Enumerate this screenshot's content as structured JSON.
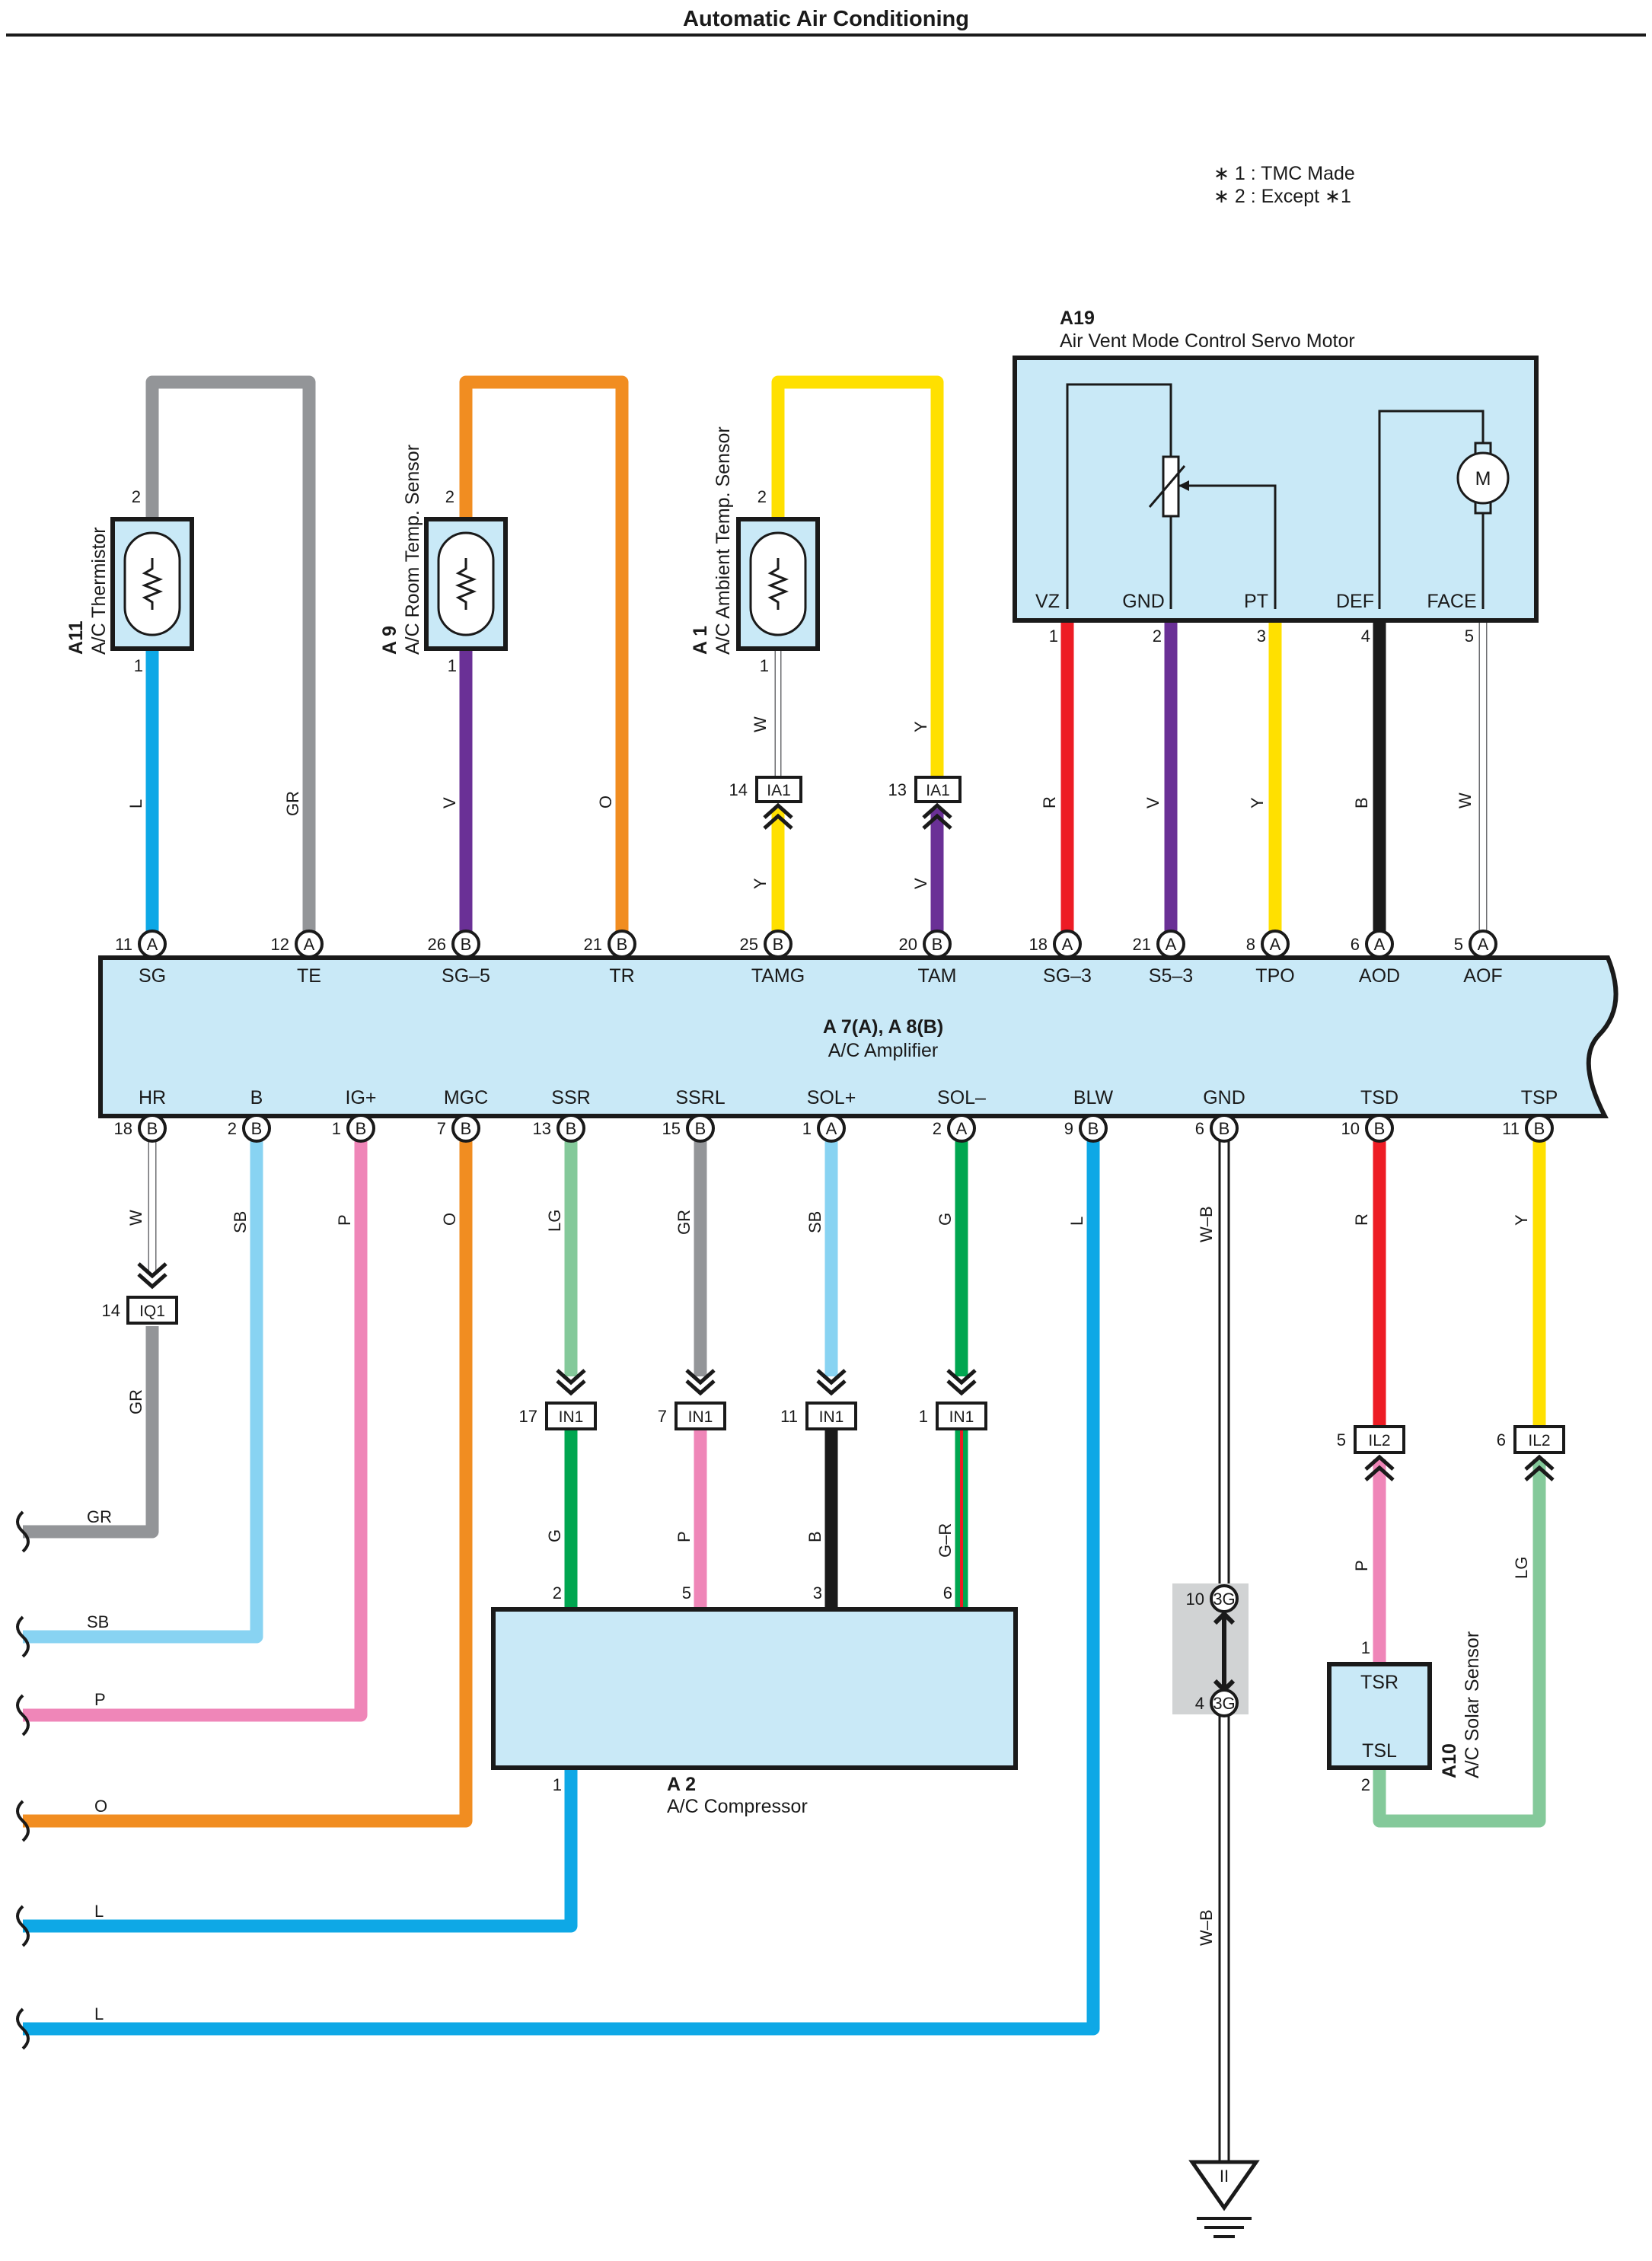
{
  "title": "Automatic Air Conditioning",
  "notes": [
    "∗ 1 : TMC Made",
    "∗ 2 : Except ∗1"
  ],
  "amplifier": {
    "code": "A 7(A), A 8(B)",
    "name": "A/C Amplifier"
  },
  "top_terminals": [
    {
      "name": "SG",
      "pin": "11",
      "conn": "A"
    },
    {
      "name": "TE",
      "pin": "12",
      "conn": "A"
    },
    {
      "name": "SG–5",
      "pin": "26",
      "conn": "B"
    },
    {
      "name": "TR",
      "pin": "21",
      "conn": "B"
    },
    {
      "name": "TAMG",
      "pin": "25",
      "conn": "B"
    },
    {
      "name": "TAM",
      "pin": "20",
      "conn": "B"
    },
    {
      "name": "SG–3",
      "pin": "18",
      "conn": "A"
    },
    {
      "name": "S5–3",
      "pin": "21",
      "conn": "A"
    },
    {
      "name": "TPO",
      "pin": "8",
      "conn": "A"
    },
    {
      "name": "AOD",
      "pin": "6",
      "conn": "A"
    },
    {
      "name": "AOF",
      "pin": "5",
      "conn": "A"
    }
  ],
  "bottom_terminals": [
    {
      "name": "HR",
      "pin": "18",
      "conn": "B"
    },
    {
      "name": "B",
      "pin": "2",
      "conn": "B"
    },
    {
      "name": "IG+",
      "pin": "1",
      "conn": "B"
    },
    {
      "name": "MGC",
      "pin": "7",
      "conn": "B"
    },
    {
      "name": "SSR",
      "pin": "13",
      "conn": "B"
    },
    {
      "name": "SSRL",
      "pin": "15",
      "conn": "B"
    },
    {
      "name": "SOL+",
      "pin": "1",
      "conn": "A"
    },
    {
      "name": "SOL–",
      "pin": "2",
      "conn": "A"
    },
    {
      "name": "BLW",
      "pin": "9",
      "conn": "B"
    },
    {
      "name": "GND",
      "pin": "6",
      "conn": "B"
    },
    {
      "name": "TSD",
      "pin": "10",
      "conn": "B"
    },
    {
      "name": "TSP",
      "pin": "11",
      "conn": "B"
    }
  ],
  "sensors": [
    {
      "code": "A11",
      "name": "A/C Thermistor",
      "pin_top": "2",
      "pin_bottom": "1"
    },
    {
      "code": "A 9",
      "name": "A/C Room Temp.  Sensor",
      "pin_top": "2",
      "pin_bottom": "1"
    },
    {
      "code": "A 1",
      "name": "A/C Ambient Temp.  Sensor",
      "pin_top": "2",
      "pin_bottom": "1"
    }
  ],
  "servo": {
    "code": "A19",
    "name": "Air Vent Mode Control Servo Motor",
    "motor": "M",
    "terminals": [
      {
        "name": "VZ",
        "pin": "1"
      },
      {
        "name": "GND",
        "pin": "2"
      },
      {
        "name": "PT",
        "pin": "3"
      },
      {
        "name": "DEF",
        "pin": "4"
      },
      {
        "name": "FACE",
        "pin": "5"
      }
    ]
  },
  "compressor": {
    "code": "A 2",
    "name": "A/C Compressor",
    "pins": [
      "2",
      "5",
      "3",
      "6",
      "1"
    ]
  },
  "solar": {
    "code": "A10",
    "name": "A/C Solar Sensor",
    "tsr": "TSR",
    "tsl": "TSL",
    "pin_top": "1",
    "pin_bottom": "2"
  },
  "junctions": {
    "ia1_14": {
      "pin": "14",
      "code": "IA1"
    },
    "ia1_13": {
      "pin": "13",
      "code": "IA1"
    },
    "iq1": {
      "pin": "14",
      "code": "IQ1"
    },
    "in1": [
      {
        "pin": "17",
        "code": "IN1"
      },
      {
        "pin": "7",
        "code": "IN1"
      },
      {
        "pin": "11",
        "code": "IN1"
      },
      {
        "pin": "1",
        "code": "IN1"
      }
    ],
    "il2": [
      {
        "pin": "5",
        "code": "IL2"
      },
      {
        "pin": "6",
        "code": "IL2"
      }
    ],
    "g3": [
      {
        "pin": "10",
        "code": "3G"
      },
      {
        "pin": "4",
        "code": "3G"
      }
    ]
  },
  "wire_labels": {
    "thermistor_low": "L",
    "thermistor_gr": "GR",
    "room_v": "V",
    "room_o": "O",
    "amb_w": "W",
    "amb_y_top": "Y",
    "amb_y_bot": "Y",
    "amb_v_bot": "V",
    "servo": [
      "R",
      "V",
      "Y",
      "B",
      "W"
    ],
    "hr_top": "W",
    "hr_bot": "GR",
    "b": "SB",
    "ig": "P",
    "mgc": "O",
    "ssr": "LG",
    "ssrl": "GR",
    "solp": "SB",
    "solm": "G",
    "blw": "L",
    "gnd": "W–B",
    "gnd2": "W–B",
    "tsd": "R",
    "tsp": "Y",
    "comp": [
      "G",
      "P",
      "B",
      "G–R"
    ],
    "tsd_low": "P",
    "tsp_low": "LG",
    "left": [
      "GR",
      "SB",
      "P",
      "O",
      "L",
      "L"
    ]
  },
  "ground_symbol": "II",
  "colors": {
    "L": "#0ea8e6",
    "GR": "#939598",
    "O": "#f18d21",
    "V": "#6a3096",
    "Y": "#ffe000",
    "R": "#ed1c24",
    "B": "#1a1a1a",
    "W": "#ffffff",
    "SB": "#88d3f2",
    "P": "#ef86b8",
    "LG": "#84c99a",
    "G": "#00a650",
    "body": "#c9e9f7"
  }
}
